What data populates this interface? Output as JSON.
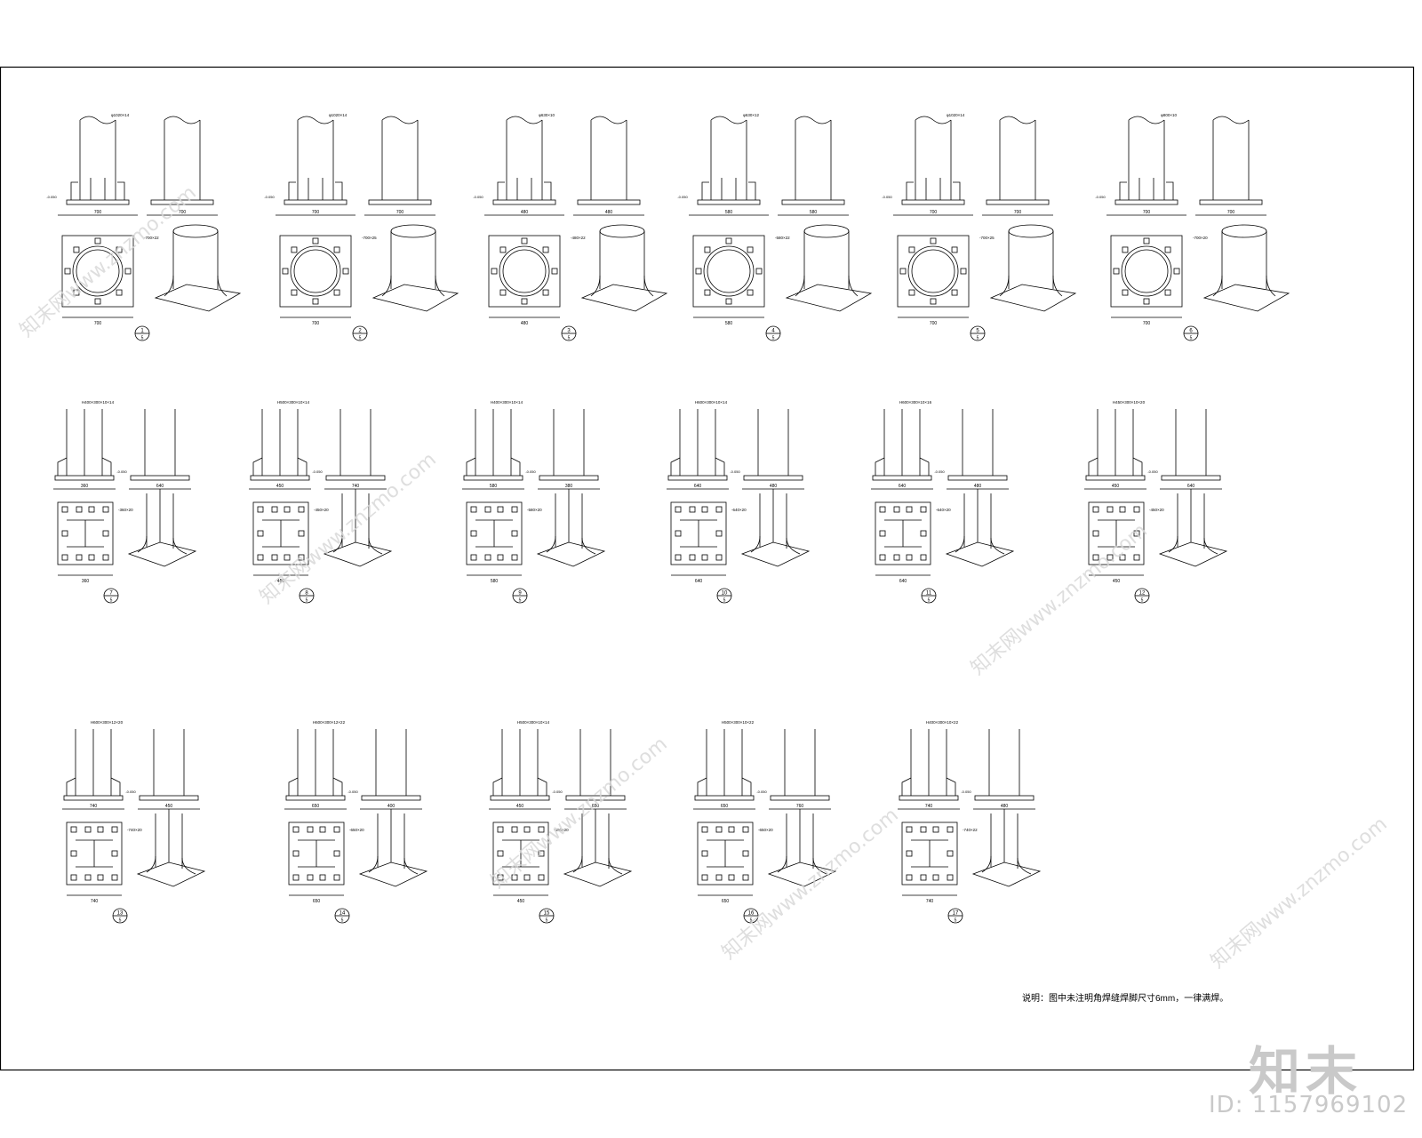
{
  "drawing": {
    "footnote": "说明：图中未注明角焊缝焊脚尺寸6mm，一律满焊。",
    "watermark_logo": "知末",
    "watermark_id": "ID: 1157969102",
    "watermark_site": "知末网www.znzmo.com"
  },
  "details": [
    {
      "num": "1",
      "sheet": "5",
      "type": "circ",
      "label": "φ1020×14",
      "width": "700",
      "b": "700",
      "elev": "-0.050",
      "plate": "-700×22"
    },
    {
      "num": "2",
      "sheet": "5",
      "type": "circ",
      "label": "φ1020×14",
      "width": "700",
      "b": "700",
      "elev": "-0.050",
      "plate": "-700×25"
    },
    {
      "num": "3",
      "sheet": "5",
      "type": "circ",
      "label": "φ630×10",
      "width": "480",
      "b": "480",
      "elev": "-0.050",
      "plate": "-480×22"
    },
    {
      "num": "4",
      "sheet": "5",
      "type": "circ",
      "label": "φ630×12",
      "width": "580",
      "b": "580",
      "elev": "-0.050",
      "plate": "-580×22"
    },
    {
      "num": "5",
      "sheet": "5",
      "type": "circ",
      "label": "φ1020×14",
      "width": "700",
      "b": "700",
      "elev": "-0.050",
      "plate": "-700×25"
    },
    {
      "num": "6",
      "sheet": "5",
      "type": "circ",
      "label": "φ800×10",
      "width": "700",
      "b": "700",
      "elev": "-0.050",
      "plate": "-700×20"
    },
    {
      "num": "7",
      "sheet": "5",
      "type": "h",
      "label": "H400×300×10×14",
      "width": "360",
      "b": "640",
      "elev": "-0.050",
      "plate": "-360×20"
    },
    {
      "num": "8",
      "sheet": "5",
      "type": "h",
      "label": "H500×300×10×14",
      "width": "450",
      "b": "740",
      "elev": "-0.050",
      "plate": "-450×20"
    },
    {
      "num": "9",
      "sheet": "5",
      "type": "h",
      "label": "H400×300×10×14",
      "width": "580",
      "b": "380",
      "elev": "-0.050",
      "plate": "-580×20"
    },
    {
      "num": "10",
      "sheet": "5",
      "type": "h",
      "label": "H600×300×10×14",
      "width": "640",
      "b": "480",
      "elev": "-0.050",
      "plate": "-640×20"
    },
    {
      "num": "11",
      "sheet": "5",
      "type": "h",
      "label": "H600×300×10×16",
      "width": "640",
      "b": "480",
      "elev": "-0.050",
      "plate": "-640×20"
    },
    {
      "num": "12",
      "sheet": "5",
      "type": "h",
      "label": "H450×300×10×20",
      "width": "450",
      "b": "640",
      "elev": "-0.050",
      "plate": "-450×20"
    },
    {
      "num": "13",
      "sheet": "5",
      "type": "h",
      "label": "H600×300×12×20",
      "width": "740",
      "b": "450",
      "elev": "-0.050",
      "plate": "-740×20"
    },
    {
      "num": "14",
      "sheet": "5",
      "type": "h",
      "label": "H600×300×12×22",
      "width": "650",
      "b": "400",
      "elev": "-0.050",
      "plate": "-650×20"
    },
    {
      "num": "15",
      "sheet": "5",
      "type": "h",
      "label": "H500×300×10×14",
      "width": "450",
      "b": "650",
      "elev": "-0.050",
      "plate": "-450×20"
    },
    {
      "num": "16",
      "sheet": "5",
      "type": "h",
      "label": "H500×300×10×22",
      "width": "650",
      "b": "760",
      "elev": "-0.050",
      "plate": "-650×20"
    },
    {
      "num": "17",
      "sheet": "5",
      "type": "h",
      "label": "H400×300×10×22",
      "width": "740",
      "b": "480",
      "elev": "-0.050",
      "plate": "-740×22"
    }
  ]
}
